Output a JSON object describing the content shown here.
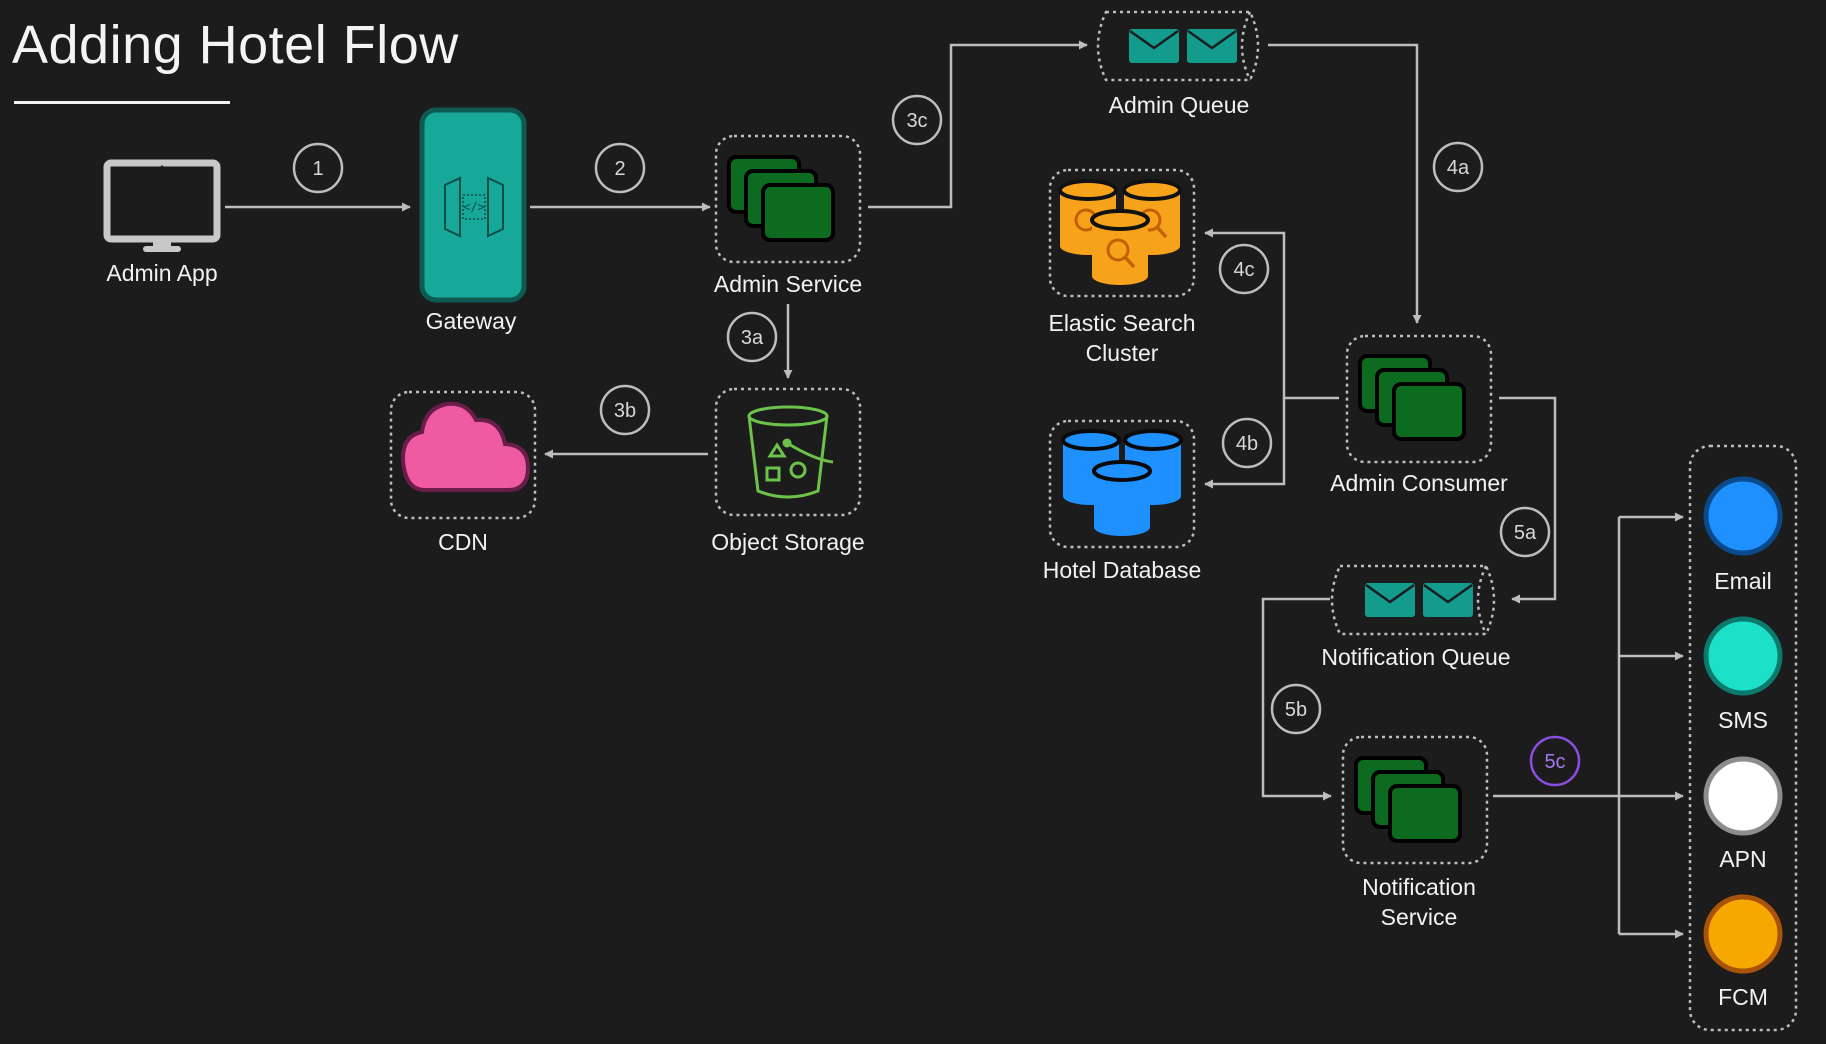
{
  "title": "Adding Hotel Flow",
  "nodes": {
    "admin_app": "Admin App",
    "gateway": "Gateway",
    "admin_service": "Admin Service",
    "object_storage": "Object Storage",
    "cdn": "CDN",
    "admin_queue": "Admin Queue",
    "elastic_search": [
      "Elastic Search",
      "Cluster"
    ],
    "hotel_database": "Hotel Database",
    "admin_consumer": "Admin Consumer",
    "notification_queue": "Notification Queue",
    "notification_service": [
      "Notification",
      "Service"
    ]
  },
  "channels": [
    {
      "label": "Email",
      "color": "#1e90ff"
    },
    {
      "label": "SMS",
      "color": "#1de0c8"
    },
    {
      "label": "APN",
      "color": "#ffffff"
    },
    {
      "label": "FCM",
      "color": "#f5a800"
    }
  ],
  "steps": {
    "s1": "1",
    "s2": "2",
    "s3a": "3a",
    "s3b": "3b",
    "s3c": "3c",
    "s4a": "4a",
    "s4b": "4b",
    "s4c": "4c",
    "s5a": "5a",
    "s5b": "5b",
    "s5c": "5c"
  },
  "colors": {
    "background": "#1c1c1c",
    "arrow": "#bdbdbd",
    "gateway": "#17a89a",
    "service_green": "#0c6b1f",
    "queue_teal": "#139b8e",
    "elastic_orange": "#f7a21b",
    "database_blue": "#1e90ff",
    "cdn_pink": "#ef5aa3",
    "storage_green": "#6cc24a",
    "step_5c_purple": "#8a4fe0"
  },
  "icons": {
    "admin_app": "monitor-icon",
    "gateway": "api-gateway-icon",
    "service": "stacked-windows-icon",
    "queue": "envelope-icon",
    "elastic": "search-db-icon",
    "database": "database-cylinder-icon",
    "cdn": "cloud-icon",
    "storage": "bucket-icon"
  }
}
